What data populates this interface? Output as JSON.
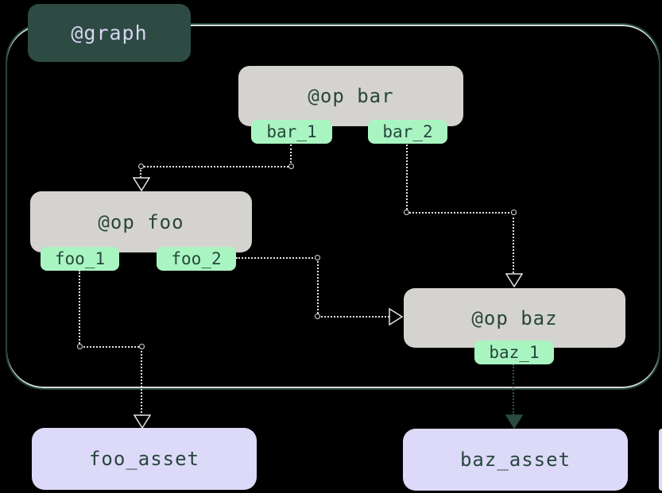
{
  "graph": {
    "label": "@graph"
  },
  "ops": [
    {
      "label": "@op bar",
      "outputs": [
        "bar_1",
        "bar_2"
      ]
    },
    {
      "label": "@op foo",
      "outputs": [
        "foo_1",
        "foo_2"
      ]
    },
    {
      "label": "@op baz",
      "outputs": [
        "baz_1"
      ]
    }
  ],
  "assets": [
    {
      "label": "foo_asset"
    },
    {
      "label": "baz_asset"
    }
  ],
  "edges": [
    {
      "from": "bar_1",
      "to": "@op foo",
      "style": "light-dotted-hollow-arrow"
    },
    {
      "from": "bar_2",
      "to": "@op baz",
      "style": "light-dotted-hollow-arrow"
    },
    {
      "from": "foo_2",
      "to": "@op baz",
      "style": "light-dotted-hollow-arrow"
    },
    {
      "from": "foo_1",
      "to": "foo_asset",
      "style": "light-dotted-hollow-arrow"
    },
    {
      "from": "baz_1",
      "to": "baz_asset",
      "style": "dark-dotted-filled-arrow"
    }
  ],
  "colors": {
    "background": "#000000",
    "graph_border": "#20453c",
    "graph_border_highlight": "#ffffff",
    "graph_label_bg": "#2d4b43",
    "graph_label_text": "#d9d4f4",
    "op_bg": "#d5d3d0",
    "op_text": "#27463e",
    "output_tab_bg": "#a9f5c1",
    "asset_bg": "#ddd9f8",
    "edge_light": "#e3e3e3",
    "edge_dark": "#2e564b"
  }
}
